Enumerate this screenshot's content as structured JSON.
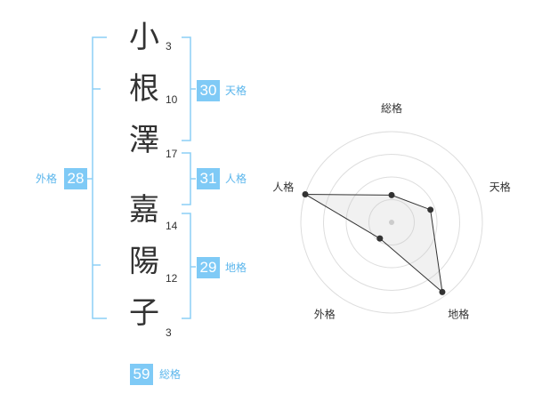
{
  "name_chars": [
    {
      "char": "小",
      "strokes": "3"
    },
    {
      "char": "根",
      "strokes": "10"
    },
    {
      "char": "澤",
      "strokes": "17"
    },
    {
      "char": "嘉",
      "strokes": "14"
    },
    {
      "char": "陽",
      "strokes": "12"
    },
    {
      "char": "子",
      "strokes": "3"
    }
  ],
  "fortunes": {
    "tenkaku": {
      "value": "30",
      "label": "天格"
    },
    "jinkaku": {
      "value": "31",
      "label": "人格"
    },
    "chikaku": {
      "value": "29",
      "label": "地格"
    },
    "gaikaku": {
      "value": "28",
      "label": "外格"
    },
    "soukaku": {
      "value": "59",
      "label": "総格"
    }
  },
  "colors": {
    "accent": "#7fcaf6",
    "label": "#5bb6ec",
    "bracket": "#8ccff5"
  },
  "chart_data": {
    "type": "radar",
    "axes": [
      "総格",
      "天格",
      "地格",
      "外格",
      "人格"
    ],
    "values": [
      0.3,
      0.45,
      0.95,
      0.22,
      1.0
    ],
    "max": 1,
    "rings": 4
  }
}
